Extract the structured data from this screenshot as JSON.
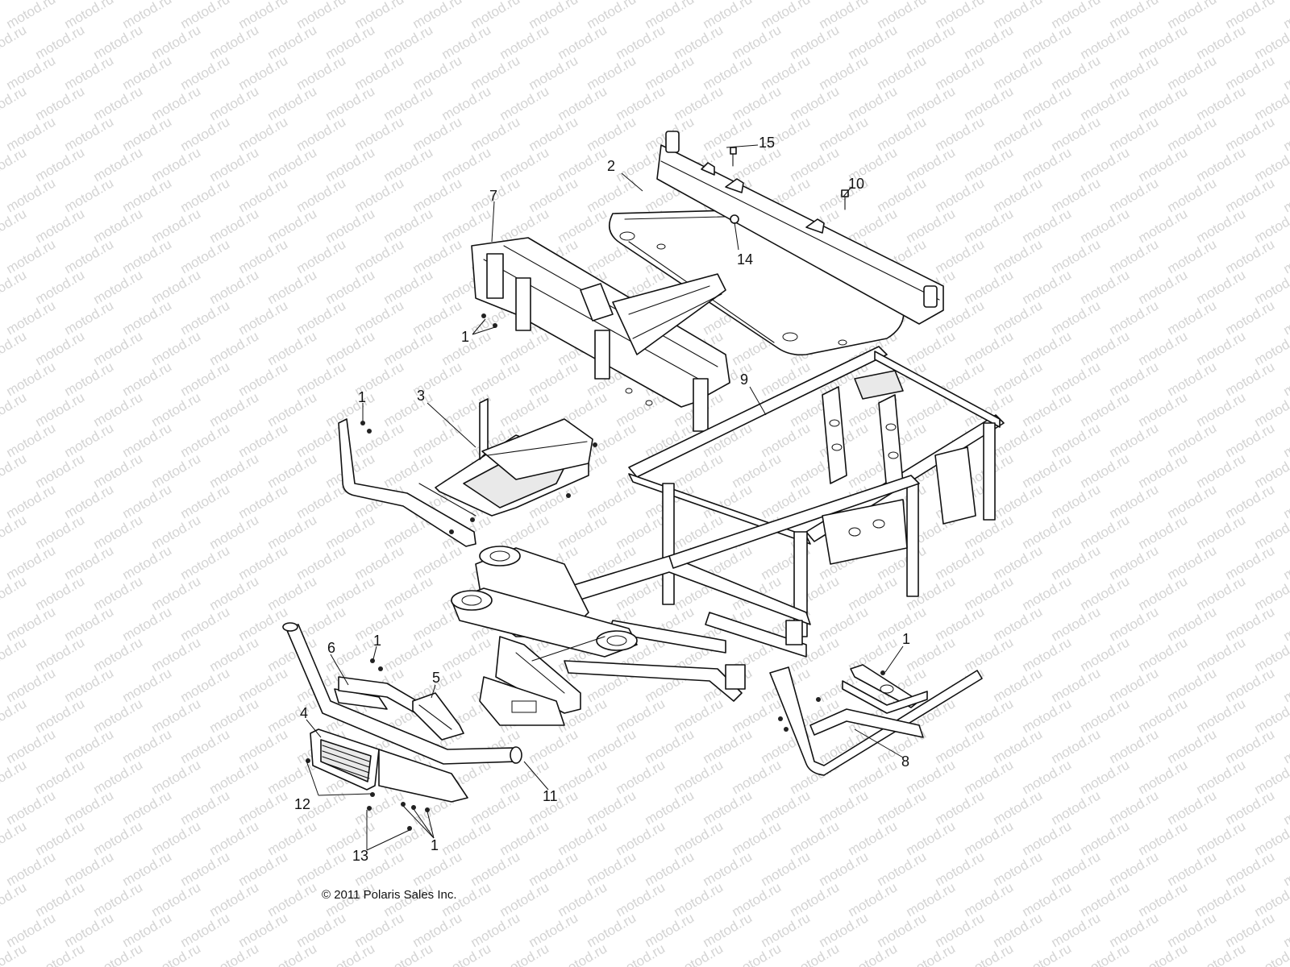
{
  "watermark": "motod.ru",
  "copyright": "© 2011 Polaris Sales Inc.",
  "callouts": {
    "c1a": "1",
    "c1b": "1",
    "c1c": "1",
    "c1d": "1",
    "c1e": "1",
    "c2": "2",
    "c3": "3",
    "c4": "4",
    "c5": "5",
    "c6": "6",
    "c7": "7",
    "c8": "8",
    "c9": "9",
    "c10": "10",
    "c11": "11",
    "c12": "12",
    "c13": "13",
    "c14": "14",
    "c15": "15"
  }
}
